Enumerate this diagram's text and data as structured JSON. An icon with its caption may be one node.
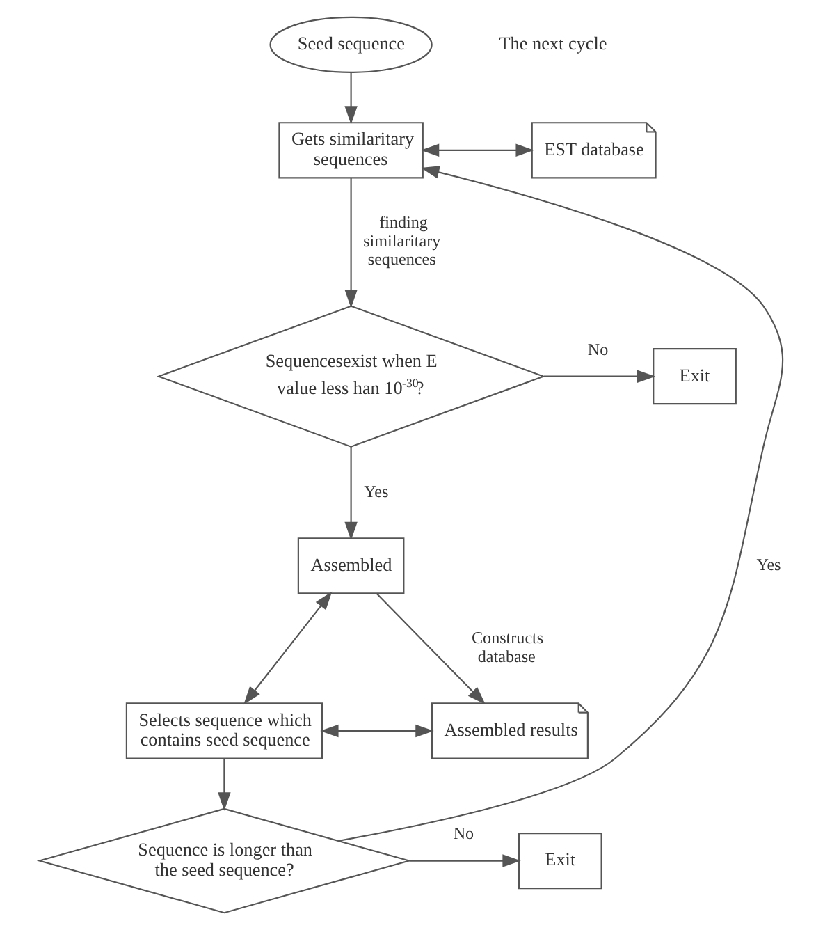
{
  "diagram": {
    "nodes": [
      {
        "text": [
          "Seed sequence"
        ]
      },
      {
        "text": [
          "Gets similaritary sequences"
        ]
      },
      {
        "text": [
          "EST database"
        ]
      },
      {
        "text": [
          "Sequencesexist when E value less han 10$^{-30}$?"
        ]
      },
      {
        "text": [
          "Exit"
        ]
      },
      {
        "text": [
          "Assembled"
        ]
      },
      {
        "text": [
          "Selects sequence which contains seed sequence"
        ]
      },
      {
        "text": [
          "Assembled results"
        ]
      },
      {
        "text": [
          "Sequence is longer than the seed sequence?"
        ]
      },
      {
        "text": [
          "Exit"
        ]
      }
    ],
    "edges": [
      {
        "from": 0,
        "to": 1,
        "arrow": "to"
      },
      {
        "from": 1,
        "to": 2,
        "arrow": "both"
      },
      {
        "from": 1,
        "to": 3,
        "arrow": "to",
        "label": "finding similaritary sequences"
      },
      {
        "from": 3,
        "to": 4,
        "arrow": "to",
        "label": "No"
      },
      {
        "from": 3,
        "to": 5,
        "arrow": "to",
        "label": "Yes"
      },
      {
        "from": 5,
        "to": 7,
        "arrow": "to",
        "label": "Constructs database"
      },
      {
        "from": 5,
        "to": 6,
        "arrow": "both"
      },
      {
        "from": 6,
        "to": 7,
        "arrow": "both"
      },
      {
        "from": 6,
        "to": 8,
        "arrow": "to"
      },
      {
        "from": 8,
        "to": 9,
        "arrow": "to",
        "label": "No"
      },
      {
        "from": 8,
        "to": 1,
        "arrow": "to",
        "label": "Yes"
      }
    ],
    "labels": [
      "The next cycle"
    ]
  }
}
